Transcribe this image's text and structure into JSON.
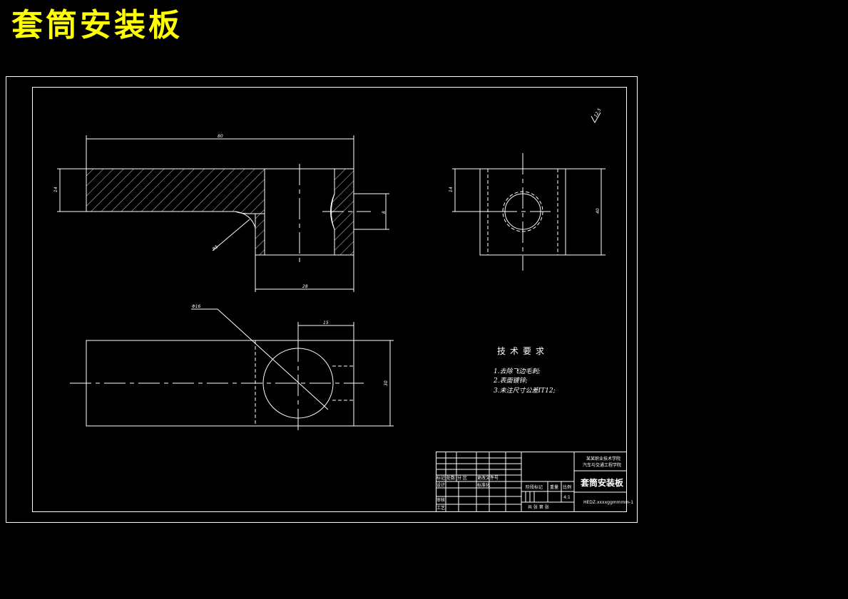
{
  "title": "套筒安装板",
  "dimensions": {
    "top_length": "80",
    "left_height": "14",
    "right_hole": "8",
    "radius": "R5",
    "bottom_width": "28",
    "side_height": "14",
    "side_width": "40",
    "plan_diameter": "Φ16",
    "plan_offset": "15",
    "plan_height": "30"
  },
  "roughness": "12.5",
  "requirements": {
    "heading": "技术要求",
    "items": [
      "1.去除飞边毛刺;",
      "2.表面镀锌;",
      "3.未注尺寸公差IT12;"
    ]
  },
  "title_block": {
    "school": "某某职业技术学院",
    "dept": "汽车与交通工程学院",
    "part_name": "套筒安装板",
    "drawing_no": "HEDZ.xxxxggmmmm-1",
    "scale_label": "比例",
    "scale_value": "4:1",
    "weight_label": "重量",
    "stage_label": "阶段标记",
    "sheets": "共 张 第 张",
    "mark": "标记",
    "count": "处数",
    "zone": "分 区",
    "change_doc": "更改文件号",
    "design": "设计",
    "standardize": "标准化",
    "review": "审核",
    "process": "工艺"
  }
}
